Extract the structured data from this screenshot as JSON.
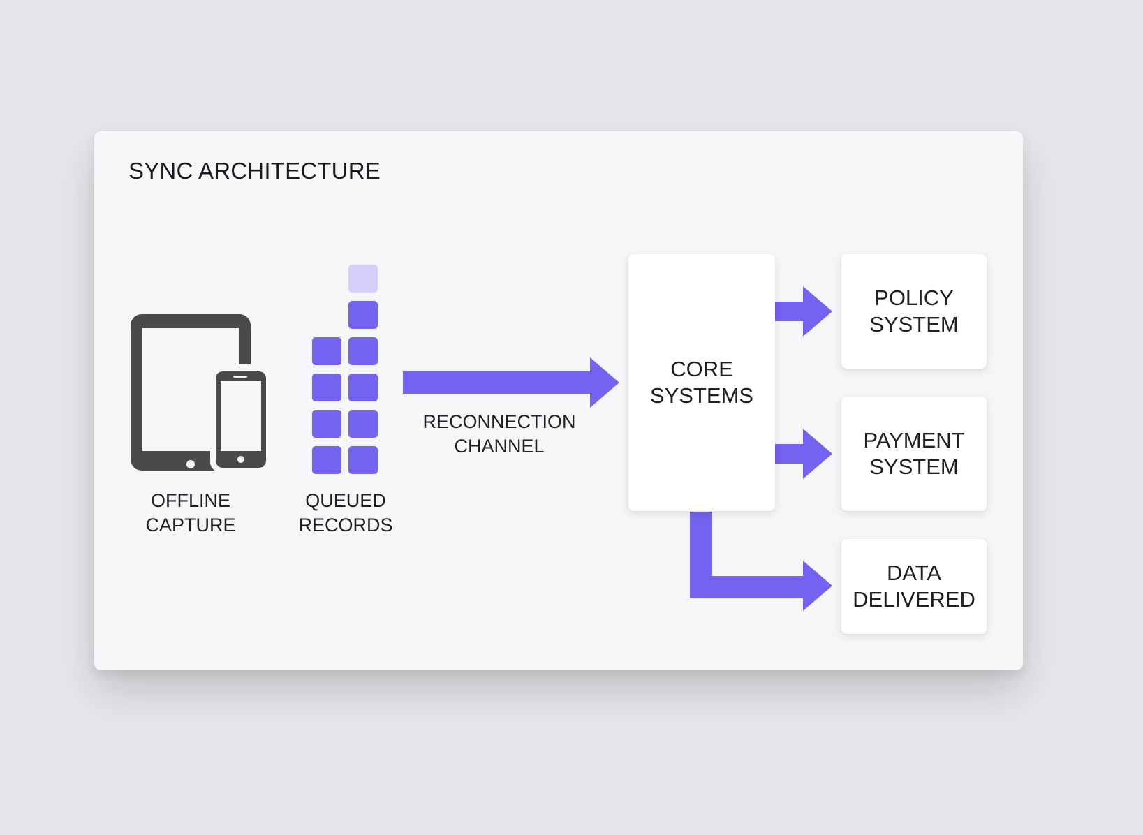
{
  "title": "SYNC ARCHITECTURE",
  "nodes": {
    "offline_capture": "OFFLINE\nCAPTURE",
    "queued_records": "QUEUED\nRECORDS",
    "reconnection_channel": "RECONNECTION\nCHANNEL",
    "core_systems": "CORE\nSYSTEMS",
    "policy_system": "POLICY\nSYSTEM",
    "payment_system": "PAYMENT\nSYSTEM",
    "data_delivered": "DATA\nDELIVERED"
  },
  "colors": {
    "accent": "#7462f0",
    "accent_light": "#d6cff9",
    "device": "#4a4a4d",
    "background": "#e6e7ea",
    "card": "#f6f6f8"
  },
  "icons": {
    "devices": "tablet-and-phone-icon",
    "queue": "stacked-blocks-icon"
  }
}
